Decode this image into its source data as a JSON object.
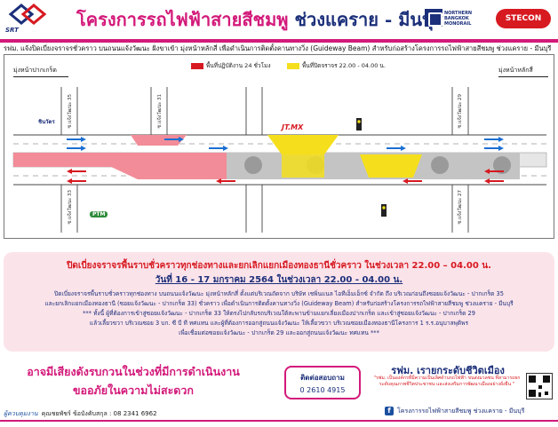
{
  "header": {
    "srt_logo_text": "SRT",
    "title_main": "โครงการรถไฟฟ้าสายสีชมพู ",
    "title_route": "ช่วงแคราย - มีนบุรี",
    "nbm_logo_text": "NORTHERN BANGKOK MONORAIL",
    "stecon_logo_text": "STECON"
  },
  "subtitle": "รฟม. แจ้งปิดเบี่ยงจราจรชั่วคราว บนถนนแจ้งวัฒนะ ฝั่งขาเข้า มุ่งหน้าหลักสี่ เพื่อดำเนินการติดตั้งคานทางวิ่ง (Guideway Beam) สำหรับก่อสร้างโครงการรถไฟฟ้าสายสีชมพู ช่วงแคราย - มีนบุรี",
  "map": {
    "legend_red": "พื้นที่ปฏิบัติงาน 24 ชั่วโมง",
    "legend_yellow": "พื้นที่ปิดจราจร 22.00 - 04.00 น.",
    "dir_left": "มุ่งหน้าปากเกร็ด",
    "dir_right": "มุ่งหน้าหลักสี่",
    "road_labels_top": [
      "ซ.แจ้งวัฒนะ 35",
      "ซ.แจ้งวัฒนะ 31",
      "ซ.แจ้งวัฒนะ 29"
    ],
    "road_labels_bottom": [
      "ซ.แจ้งวัฒนะ 33",
      "ซ.แจ้งวัฒนะ 27"
    ],
    "brand_top_left": "ชินวัตร",
    "brand_top_right": "JT.MX",
    "brand_bottom_left": "PTM"
  },
  "info": {
    "headline": "ปิดเบี่ยงจราจรพื้นราบชั่วคราวทุกช่องทางและยกเลิกแยกเมืองทองธานีชั่วคราว ในช่วงเวลา 22.00 – 04.00 น.",
    "date_line": "วันที่ 16 - 17 มกราคม 2564 ในช่วงเวลา 22.00 - 04.00 น.",
    "body_lines": [
      "ปิดเบี่ยงจราจรพื้นราบชั่วคราวทุกช่องทาง บนถนนแจ้งวัฒนะ มุ่งหน้าหลักสี่ ตั้งแต่บริเวณถัดจาก บริษัท เชพิ่นแนล ไอทีเอ็มเอ็กซ์ จำกัด ถึง บริเวณก่อนถึงซอยแจ้งวัฒนะ - ปากเกร็ด 35",
      "และยกเลิกแยกเมืองทองธานี (ซอยแจ้งวัฒนะ - ปากเกร็ด 33) ชั่วคราว เพื่อดำเนินการติดตั้งคานทางวิ่ง (Guideway Beam) สำหรับก่อสร้างโครงการรถไฟฟ้าสายสีชมพู ช่วงแคราย - มีนบุรี",
      "*** ทั้งนี้ ผู้ที่ต้องการเข้าสู่ซอยแจ้งวัฒนะ - ปากเกร็ด 33 ให้ตรงไปกลับรถบริเวณใต้สะพานข้ามแยกเลี่ยงเมืองปากเกร็ด และเข้าสู่ซอยแจ้งวัฒนะ - ปากเกร็ด 29",
      "แล้วเลี้ยวขวา บริเวณซอย 3 บก. ซี บี ที ทศแทน และผู้ที่ต้องการออกสู่ถนนแจ้งวัฒนะ ให้เลี้ยวขวา บริเวณซอยเมืองทองธานีโครงการ 1 ร.ร.อนุบาลพุดิพร",
      "เพื่อเชื่อมต่อซอยแจ้งวัฒนะ - ปากเกร็ด 29 และออกสู่ถนนแจ้งวัฒนะ ทศแทน ***"
    ]
  },
  "apology": {
    "line1": "อาจมีเสียงดังรบกวนในช่วงที่มีการดำเนินงาน",
    "line2": "ขออภัยในความไม่สะดวก"
  },
  "contact": {
    "label": "ติดต่อสอบถาม",
    "phone": "0 2610 4915"
  },
  "slogan": {
    "title": "รฟม. เรายกระดับชีวิตเมือง",
    "note": "\"รฟม. เป็นองค์กรที่มีความเป็นเลิศด้านรถไฟฟ้า ขนส่งมวลชน ที่สามารถยกระดับคุณภาพชีวิตประชาชน และส่งเสริมการพัฒนาเมืองอย่างยั่งยืน \""
  },
  "facebook": {
    "icon": "facebook-icon",
    "label": "โครงการรถไฟฟ้าสายสีชมพู ช่วงแคราย - มีนบุรี"
  },
  "footer": {
    "role": "ผู้ควบคุมงาน",
    "name": "คุณชยพัชร์  ข้อบังคับสกุล : 08 2341 6962"
  },
  "colors": {
    "brand_pink": "#d3197a",
    "brand_navy": "#1b2f7a",
    "work_red": "#f28c98",
    "closure_yellow": "#f5df1c",
    "arrow_blue": "#1b6fd1",
    "arrow_red": "#d71920"
  }
}
